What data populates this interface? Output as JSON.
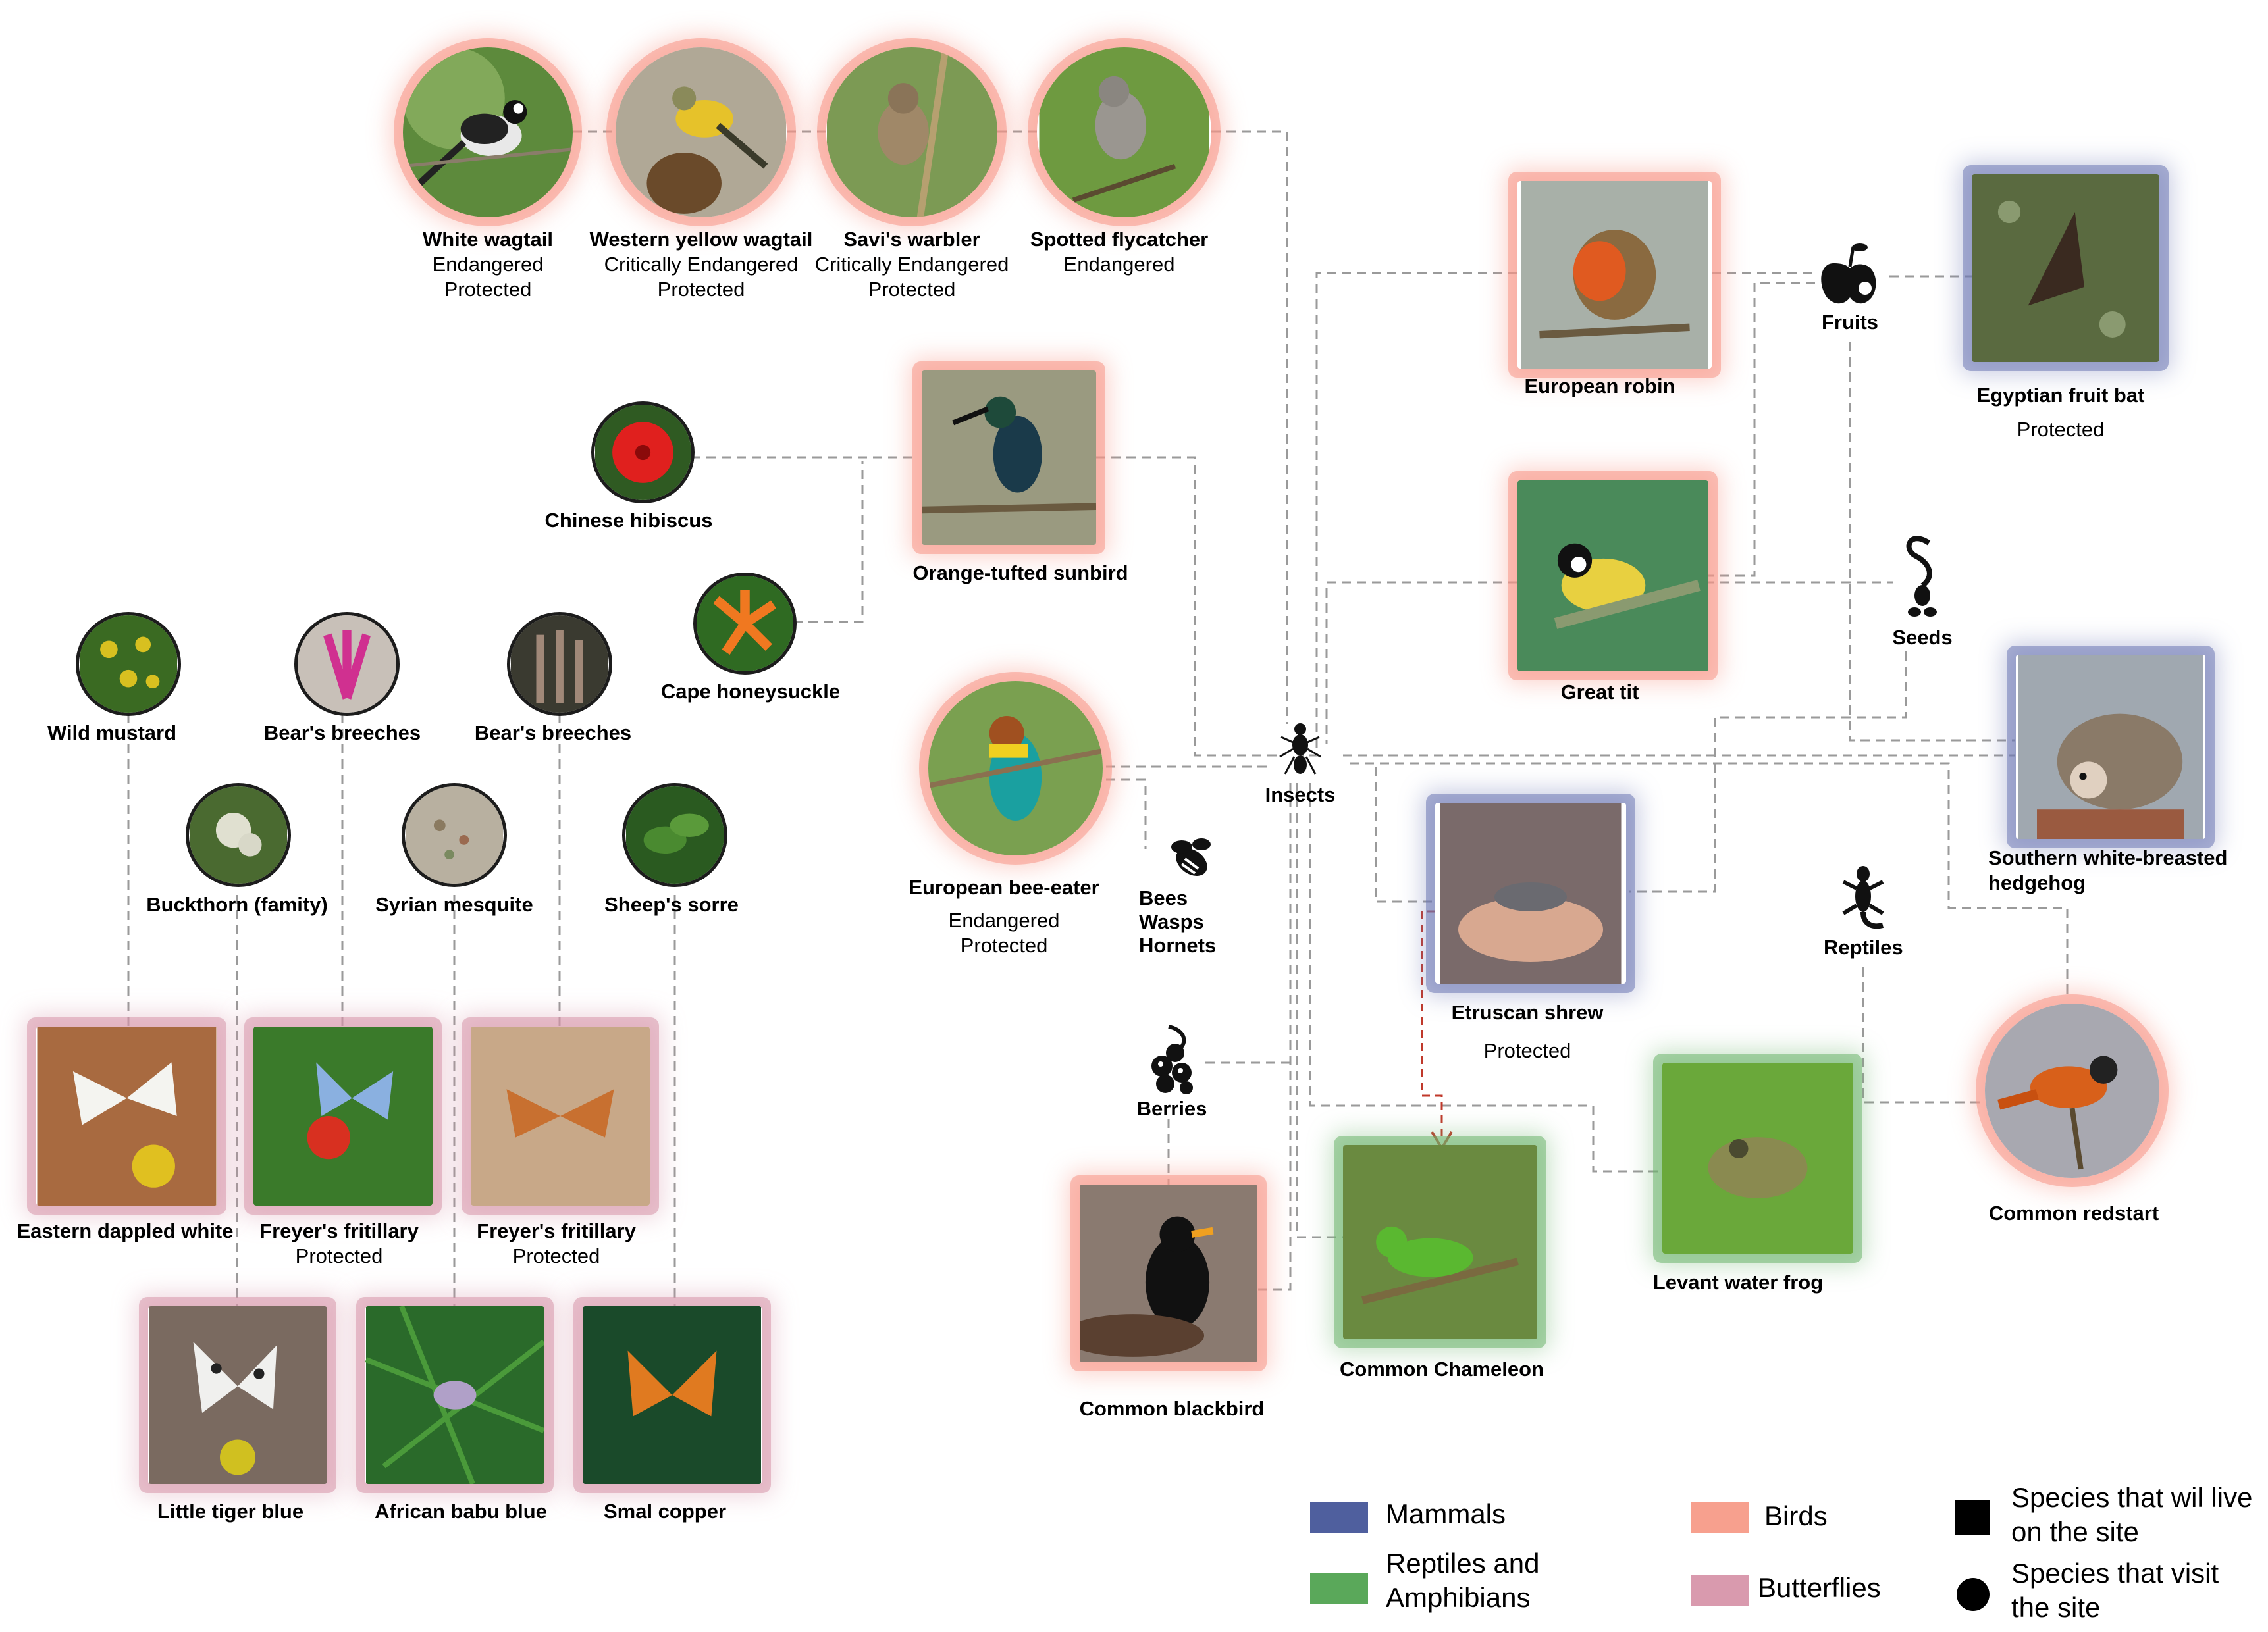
{
  "colors": {
    "birds": "#f7a08e",
    "mammals": "#4f5f9e",
    "reptiles_amphibians": "#5aa85a",
    "butterflies": "#d99aae",
    "line": "#9a9a9a",
    "arrow": "#c0392b"
  },
  "species": {
    "white_wagtail": {
      "name": "White wagtail",
      "status": [
        "Endangered",
        "Protected"
      ]
    },
    "western_yellow_wagtail": {
      "name": "Western yellow wagtail",
      "status": [
        "Critically Endangered",
        "Protected"
      ]
    },
    "savis_warbler": {
      "name": "Savi's warbler",
      "status": [
        "Critically Endangered",
        "Protected"
      ]
    },
    "spotted_flycatcher": {
      "name": "Spotted flycatcher",
      "status": [
        "Endangered"
      ]
    },
    "chinese_hibiscus": {
      "name": "Chinese hibiscus"
    },
    "orange_tufted_sunbird": {
      "name": "Orange-tufted sunbird"
    },
    "cape_honeysuckle": {
      "name": "Cape honeysuckle"
    },
    "wild_mustard": {
      "name": "Wild mustard"
    },
    "bears_breeches_1": {
      "name": "Bear's breeches"
    },
    "bears_breeches_2": {
      "name": "Bear's breeches"
    },
    "buckthorn": {
      "name": "Buckthorn (famity)"
    },
    "syrian_mesquite": {
      "name": "Syrian mesquite"
    },
    "sheeps_sorre": {
      "name": "Sheep's sorre"
    },
    "european_bee_eater": {
      "name": "European bee-eater",
      "status": [
        "Endangered",
        "Protected"
      ]
    },
    "european_robin": {
      "name": "European robin"
    },
    "egyptian_fruit_bat": {
      "name": "Egyptian fruit bat",
      "status": [
        "Protected"
      ]
    },
    "great_tit": {
      "name": "Great tit"
    },
    "southern_hedgehog": {
      "name": "Southern white-breasted",
      "name2": "hedgehog"
    },
    "etruscan_shrew": {
      "name": "Etruscan shrew",
      "status": [
        "Protected"
      ]
    },
    "eastern_dappled_white": {
      "name": "Eastern dappled white"
    },
    "freyers_fritillary_1": {
      "name": "Freyer's fritillary",
      "status": [
        "Protected"
      ]
    },
    "freyers_fritillary_2": {
      "name": "Freyer's fritillary",
      "status": [
        "Protected"
      ]
    },
    "little_tiger_blue": {
      "name": "Little tiger blue"
    },
    "african_babu_blue": {
      "name": "African babu blue"
    },
    "smal_copper": {
      "name": "Smal copper"
    },
    "common_blackbird": {
      "name": "Common blackbird"
    },
    "common_chameleon": {
      "name": "Common Chameleon"
    },
    "levant_water_frog": {
      "name": "Levant water frog"
    },
    "common_redstart": {
      "name": "Common redstart"
    }
  },
  "food": {
    "insects": "Insects",
    "fruits": "Fruits",
    "seeds": "Seeds",
    "bees": [
      "Bees",
      "Wasps",
      "Hornets"
    ],
    "reptiles": "Reptiles",
    "berries": "Berries"
  },
  "legend": {
    "mammals": "Mammals",
    "reptiles": [
      "Reptiles and",
      "Amphibians"
    ],
    "birds": "Birds",
    "butterflies": "Butterflies",
    "live": [
      "Species that wil live",
      "on the site"
    ],
    "visit": [
      "Species that visit",
      "the site"
    ]
  }
}
